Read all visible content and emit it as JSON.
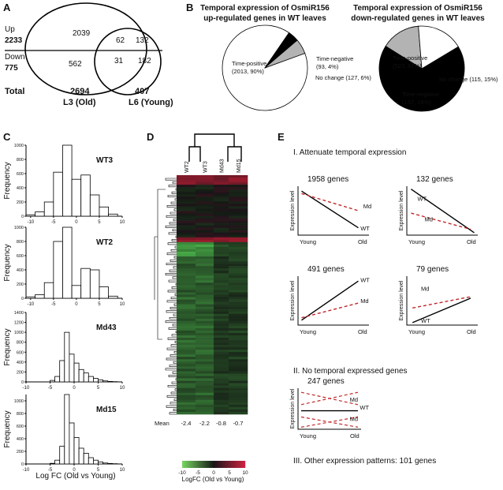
{
  "panels": {
    "a": "A",
    "b": "B",
    "c": "C",
    "d": "D",
    "e": "E"
  },
  "venn": {
    "up_label": "Up",
    "up_total": "2233",
    "down_label": "Down",
    "down_total": "775",
    "total_label": "Total",
    "left_up": "2039",
    "overlap_up": "62",
    "right_up": "132",
    "left_down": "562",
    "overlap_down": "31",
    "right_down": "182",
    "left_total": "2694",
    "left_name": "L3 (Old)",
    "right_total": "407",
    "right_name": "L6 (Young)"
  },
  "pie_up": {
    "title_line1": "Temporal expression of OsmiR156",
    "title_line2": "up-regulated genes in WT leaves",
    "slices": [
      {
        "name": "Time-positive",
        "count": 2013,
        "pct": 90,
        "color": "#ffffff",
        "label1": "Time-positive",
        "label2": "(2013, 90%)"
      },
      {
        "name": "Time-negative",
        "count": 93,
        "pct": 4,
        "color": "#000000",
        "label1": "Time-negative",
        "label2": "(93, 4%)"
      },
      {
        "name": "No change",
        "count": 127,
        "pct": 6,
        "color": "#b3b3b3",
        "label1": "No change (127, 6%)",
        "label2": ""
      }
    ]
  },
  "pie_down": {
    "title_line1": "Temporal expression of OsmiR156",
    "title_line2": "down-regulated genes in WT leaves",
    "slices": [
      {
        "name": "Time-positive",
        "count": 523,
        "pct": 67,
        "color": "#000000",
        "label1": "Time-positive",
        "label2": "(523, 67%)"
      },
      {
        "name": "No change",
        "count": 115,
        "pct": 15,
        "color": "#b3b3b3",
        "label1": "No change (115, 15%)",
        "label2": ""
      },
      {
        "name": "Time-negative",
        "count": 137,
        "pct": 18,
        "color": "#ffffff",
        "label1": "Time-negative",
        "label2": "(137, 18%)"
      }
    ]
  },
  "chart_data": [
    {
      "type": "bar",
      "title": "WT3",
      "xlabel": "Log FC (Old vs Young)",
      "ylabel": "Frequency",
      "bins": [
        -11,
        -9,
        -7,
        -5,
        -3,
        -1,
        1,
        3,
        5,
        7,
        9
      ],
      "values": [
        20,
        60,
        200,
        620,
        1000,
        520,
        580,
        300,
        130,
        30
      ],
      "xlim": [
        -11,
        10
      ],
      "ylim": [
        0,
        1000
      ],
      "xticks": [
        "-10",
        "-5",
        "0",
        "5",
        "10"
      ],
      "yticks": [
        "0",
        "200",
        "400",
        "600",
        "800",
        "1000"
      ]
    },
    {
      "type": "bar",
      "title": "WT2",
      "xlabel": "",
      "ylabel": "Frequency",
      "bins": [
        -11,
        -9,
        -7,
        -5,
        -3,
        -1,
        1,
        3,
        5,
        7,
        9
      ],
      "values": [
        20,
        50,
        220,
        800,
        1000,
        180,
        420,
        400,
        160,
        30
      ],
      "xlim": [
        -11,
        10
      ],
      "ylim": [
        0,
        1000
      ],
      "xticks": [
        "-10",
        "-5",
        "0",
        "5",
        "10"
      ],
      "yticks": [
        "0",
        "200",
        "400",
        "600",
        "800",
        "1000"
      ]
    },
    {
      "type": "bar",
      "title": "Md43",
      "xlabel": "",
      "ylabel": "Frequency",
      "bins": [
        -5,
        -4,
        -3,
        -2,
        -1,
        0,
        1,
        2,
        3,
        4,
        5,
        6,
        7,
        8,
        9
      ],
      "values": [
        30,
        110,
        430,
        1000,
        560,
        380,
        250,
        180,
        110,
        70,
        40,
        20,
        10,
        5
      ],
      "xlim": [
        -10,
        10
      ],
      "ylim": [
        0,
        1400
      ],
      "xticks": [
        "-10",
        "-5",
        "0",
        "5",
        "10"
      ],
      "yticks": [
        "0",
        "200",
        "400",
        "600",
        "800",
        "1000",
        "1200",
        "1400"
      ]
    },
    {
      "type": "bar",
      "title": "Md15",
      "xlabel": "",
      "ylabel": "Frequency",
      "bins": [
        -5,
        -4,
        -3,
        -2,
        -1,
        0,
        1,
        2,
        3,
        4,
        5,
        6,
        7,
        8,
        9
      ],
      "values": [
        10,
        60,
        280,
        1100,
        650,
        420,
        250,
        170,
        100,
        60,
        30,
        15,
        8,
        4
      ],
      "xlim": [
        -10,
        10
      ],
      "ylim": [
        0,
        1100
      ],
      "xticks": [
        "-10",
        "-5",
        "0",
        "5",
        "10"
      ],
      "yticks": [
        "0",
        "200",
        "400",
        "600",
        "800",
        "1000"
      ]
    },
    {
      "type": "heatmap",
      "columns": [
        "WT2",
        "WT3",
        "Md43",
        "Md15"
      ],
      "mean_label": "Mean",
      "means": [
        "-2.4",
        "-2.2",
        "-0.8",
        "-0.7"
      ],
      "colorbar_ticks": [
        "-10",
        "-5",
        "0",
        "5",
        "10"
      ],
      "colorbar_label": "LogFC (Old vs Young)"
    }
  ],
  "heat": {
    "mean_label": "Mean",
    "colorbar_label": "LogFC (Old vs Young)"
  },
  "hist_xlabel": "Log FC  (Old vs Young)",
  "schematic": {
    "section1": "I. Attenuate temporal expression",
    "section2": "II. No temporal expressed genes",
    "section3": "III. Other expression patterns: 101 genes",
    "plots": [
      {
        "genes": "1958 genes",
        "wt": "WT",
        "md": "Md"
      },
      {
        "genes": "132 genes",
        "wt": "WT",
        "md": "Md"
      },
      {
        "genes": "491 genes",
        "wt": "WT",
        "md": "Md"
      },
      {
        "genes": "79 genes",
        "wt": "WT",
        "md": "Md"
      },
      {
        "genes": "247 genes",
        "wt": "WT",
        "md": "Md",
        "md2": "Md"
      }
    ],
    "ylabel": "Expression level",
    "x_young": "Young",
    "x_old": "Old"
  },
  "colors": {
    "md_dashed": "#c0282a",
    "heat_green": "#5cb85c",
    "heat_red": "#c9302c"
  }
}
